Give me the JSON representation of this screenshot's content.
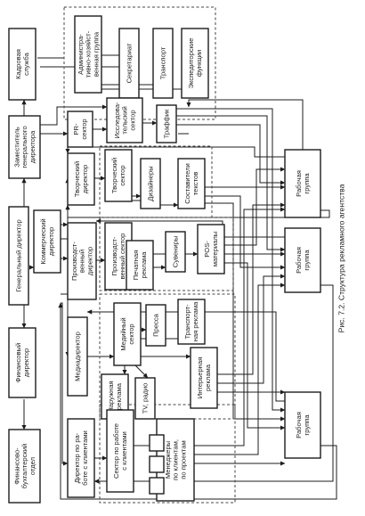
{
  "caption": "Рис. 7.2. Структура рекламного агентства",
  "nodes": {
    "hr": [
      "Кадровая",
      "служба"
    ],
    "deputy": [
      "Заместитель",
      "генерального",
      "директора"
    ],
    "general": [
      "Генеральный директор"
    ],
    "finance_dir": [
      "Финансовый",
      "директор"
    ],
    "accounting": [
      "Финансово-",
      "бухгалтерский",
      "отдел"
    ],
    "admin_group": [
      "Администра-",
      "тивно-хозяйст-",
      "венная группа"
    ],
    "secretariat": [
      "Секретариат"
    ],
    "transport": [
      "Транспорт"
    ],
    "forwarding": [
      "Экспедиторские",
      "функции"
    ],
    "pr_sector": [
      "PR-",
      "сектор"
    ],
    "research_sector": [
      "Исследова-",
      "тельский",
      "сектор"
    ],
    "traffic": [
      "Траффик"
    ],
    "creative_dir": [
      "Творческий",
      "директор"
    ],
    "creative_sector": [
      "Творческий",
      "сектор"
    ],
    "designers": [
      "Дизайнеры"
    ],
    "copywriters": [
      "Составители",
      "текстов"
    ],
    "commercial_dir": [
      "Коммерческий",
      "директор"
    ],
    "production_dir": [
      "Производст-",
      "венный",
      "директор"
    ],
    "production_sector": [
      "Производст-",
      "венный сектор"
    ],
    "print_ads": [
      "Печатная",
      "реклама"
    ],
    "souvenirs": [
      "Сувениры"
    ],
    "pos": [
      "POS-",
      "материалы"
    ],
    "media_dir": [
      "Медиадиректор"
    ],
    "media_sector": [
      "Медийный",
      "сектор"
    ],
    "press": [
      "Пресса"
    ],
    "transit_ads": [
      "Транспорт-",
      "ная реклама"
    ],
    "outdoor_ads": [
      "Наружная",
      "реклама"
    ],
    "tv_radio": [
      "TV, радио"
    ],
    "interior_ads": [
      "Интерьерная",
      "реклама"
    ],
    "client_dir": [
      "Директор по ра-",
      "боте с клиентами"
    ],
    "client_sector": [
      "Сектор по работе",
      "с клиентами"
    ],
    "client_managers": [
      "Менеджеры",
      "по клиентам,",
      "по проектам"
    ],
    "workgroup_1": [
      "Рабочая",
      "группа"
    ],
    "workgroup_2": [
      "Рабочая",
      "группа"
    ],
    "workgroup_3": [
      "Рабочая",
      "группа"
    ]
  }
}
